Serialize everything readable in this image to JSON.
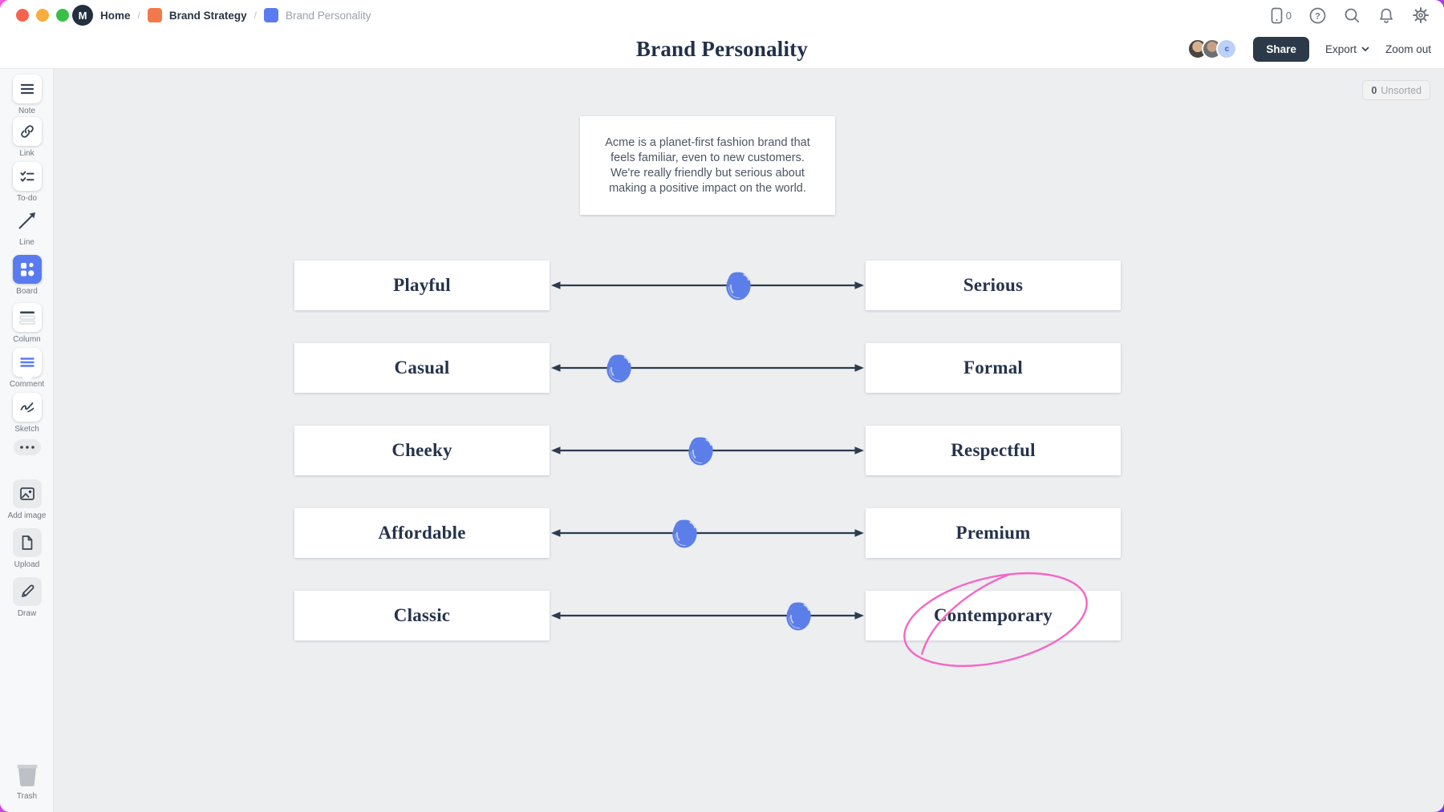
{
  "window": {
    "traffic_lights": [
      "close",
      "minimize",
      "zoom"
    ]
  },
  "breadcrumb": {
    "logo_letter": "M",
    "home_label": "Home",
    "separator": "/",
    "parent_label": "Brand Strategy",
    "current_label": "Brand Personality"
  },
  "header": {
    "title": "Brand Personality",
    "device_count": "0",
    "avatar_initial": "c",
    "share_label": "Share",
    "export_label": "Export",
    "zoom_out_label": "Zoom out",
    "icons": [
      "device-icon",
      "help-icon",
      "search-icon",
      "notifications-icon",
      "settings-icon"
    ]
  },
  "unsorted_badge": {
    "count": "0",
    "label": "Unsorted"
  },
  "note": {
    "text": "Acme is a planet-first fashion brand that feels familiar, even to new customers. We're really friendly but serious about making a positive impact on the world."
  },
  "scales": [
    {
      "left": "Playful",
      "right": "Serious",
      "marker_pct": 60
    },
    {
      "left": "Casual",
      "right": "Formal",
      "marker_pct": 22
    },
    {
      "left": "Cheeky",
      "right": "Respectful",
      "marker_pct": 48
    },
    {
      "left": "Affordable",
      "right": "Premium",
      "marker_pct": 43
    },
    {
      "left": "Classic",
      "right": "Contemporary",
      "marker_pct": 79
    }
  ],
  "annotation": {
    "shape": "hand-drawn-ellipse",
    "around": "Contemporary",
    "color": "#F666C4"
  },
  "sidebar": {
    "tools": [
      {
        "label": "Note"
      },
      {
        "label": "Link"
      },
      {
        "label": "To-do"
      },
      {
        "label": "Line"
      },
      {
        "label": "Board",
        "active": true
      },
      {
        "label": "Column"
      },
      {
        "label": "Comment"
      },
      {
        "label": "Sketch"
      }
    ],
    "media_tools": [
      {
        "label": "Add image"
      },
      {
        "label": "Upload"
      },
      {
        "label": "Draw"
      }
    ],
    "trash_label": "Trash"
  },
  "colors": {
    "canvas_bg": "#ECEEF0",
    "navy": "#2D3B4F",
    "marker_blue": "#5C7EE9",
    "board_tool_blue": "#5A7BF0",
    "annotation_pink": "#F666C4",
    "crumb_orange": "#F2794B",
    "crumb_blue": "#5A7BF0",
    "share_button_bg": "#2B3949"
  }
}
